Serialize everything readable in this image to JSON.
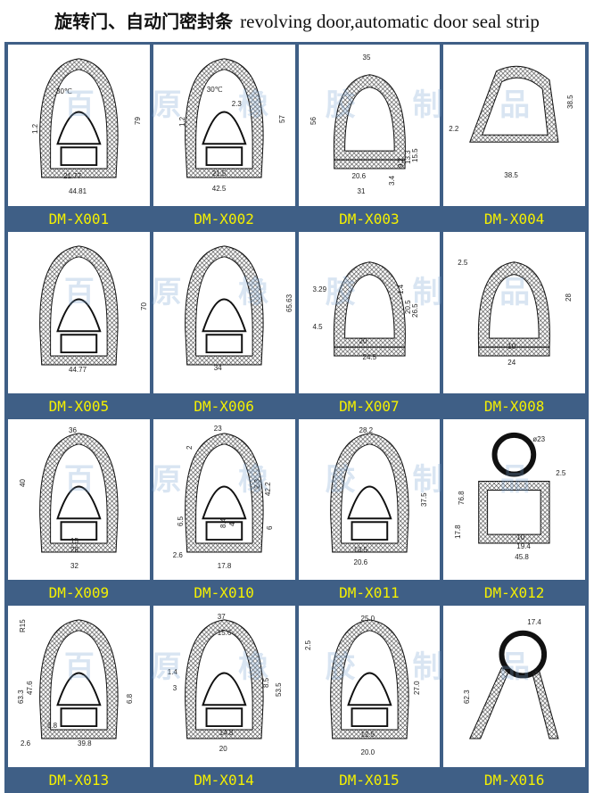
{
  "title": {
    "zh": "旋转门、自动门密封条",
    "en": "revolving door,automatic door seal strip"
  },
  "watermark": [
    "百",
    "原",
    "橡",
    "胶",
    "制",
    "品"
  ],
  "colors": {
    "frame": "#3f5f86",
    "label_text": "#f4f000"
  },
  "products": [
    {
      "code": "DM-X001",
      "dims": [
        "30℃",
        "1.2",
        "79",
        "21.77",
        "44.81"
      ]
    },
    {
      "code": "DM-X002",
      "dims": [
        "30℃",
        "1.2",
        "2.3",
        "57",
        "21.5",
        "42.5"
      ]
    },
    {
      "code": "DM-X003",
      "dims": [
        "35",
        "56",
        "20.6",
        "31",
        "3.4",
        "9.2",
        "13.3",
        "15.5"
      ]
    },
    {
      "code": "DM-X004",
      "dims": [
        "2.2",
        "38.5",
        "38.5"
      ]
    },
    {
      "code": "DM-X005",
      "dims": [
        "70",
        "44.77"
      ]
    },
    {
      "code": "DM-X006",
      "dims": [
        "65.63",
        "34"
      ]
    },
    {
      "code": "DM-X007",
      "dims": [
        "3.29",
        "4.5",
        "1.4",
        "20.5",
        "26.5",
        "20",
        "24.5"
      ]
    },
    {
      "code": "DM-X008",
      "dims": [
        "2.5",
        "28",
        "10",
        "24"
      ]
    },
    {
      "code": "DM-X009",
      "dims": [
        "36",
        "40",
        "15",
        "28",
        "32"
      ]
    },
    {
      "code": "DM-X010",
      "dims": [
        "23",
        "2",
        "2.3",
        "42.2",
        "6.5",
        "8.4",
        "4",
        "6",
        "2.6",
        "17.8"
      ]
    },
    {
      "code": "DM-X011",
      "dims": [
        "28.2",
        "37.5",
        "13.5",
        "20.6"
      ]
    },
    {
      "code": "DM-X012",
      "dims": [
        "ø23",
        "2.5",
        "76.8",
        "17.8",
        "10",
        "19.4",
        "45.8"
      ]
    },
    {
      "code": "DM-X013",
      "dims": [
        "R15",
        "63.3",
        "47.6",
        "6.8",
        "3.8",
        "2.6",
        "39.8"
      ]
    },
    {
      "code": "DM-X014",
      "dims": [
        "37",
        "15.6",
        "1.4",
        "3",
        "8.5",
        "53.5",
        "14.8",
        "20"
      ]
    },
    {
      "code": "DM-X015",
      "dims": [
        "25.0",
        "2.5",
        "27.0",
        "12.5",
        "20.0"
      ]
    },
    {
      "code": "DM-X016",
      "dims": [
        "17.4",
        "62.3"
      ]
    }
  ]
}
